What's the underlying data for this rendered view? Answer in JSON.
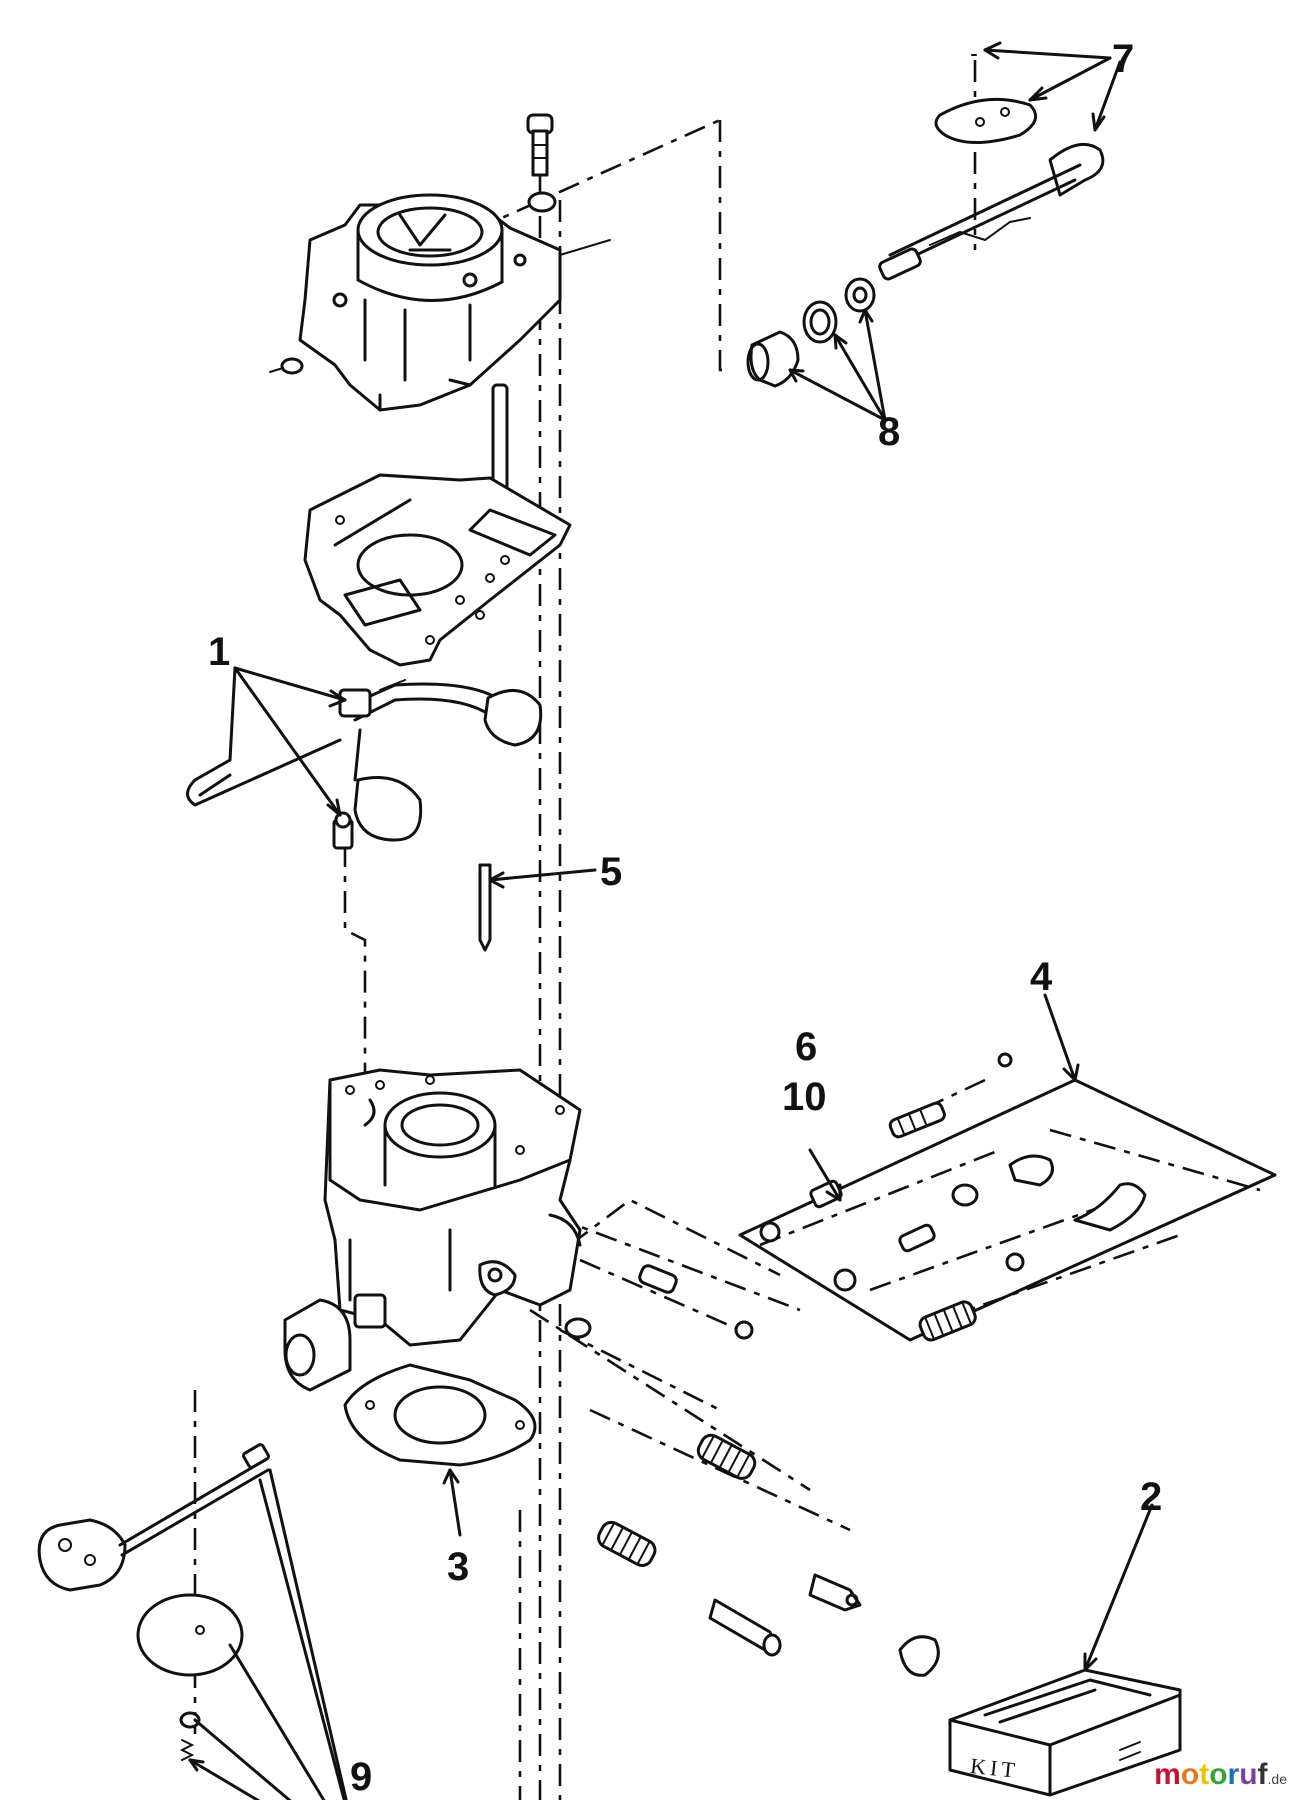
{
  "diagram": {
    "callouts": [
      {
        "id": "c1",
        "text": "1"
      },
      {
        "id": "c2",
        "text": "2"
      },
      {
        "id": "c3",
        "text": "3"
      },
      {
        "id": "c4",
        "text": "4"
      },
      {
        "id": "c5",
        "text": "5"
      },
      {
        "id": "c6",
        "text": "6"
      },
      {
        "id": "c7",
        "text": "7"
      },
      {
        "id": "c8",
        "text": "8"
      },
      {
        "id": "c9",
        "text": "9"
      },
      {
        "id": "c10",
        "text": "10"
      }
    ],
    "kit_label": "KIT"
  },
  "watermark": {
    "brand_prefix": "moto",
    "brand_suffix": "ruf",
    "tld": ".de",
    "colors": {
      "m": "#c8102e",
      "o1": "#e87722",
      "t": "#f2c200",
      "o2": "#3aa335",
      "r": "#1f6fb5",
      "u": "#7b3fa0",
      "f": "#333333"
    }
  }
}
